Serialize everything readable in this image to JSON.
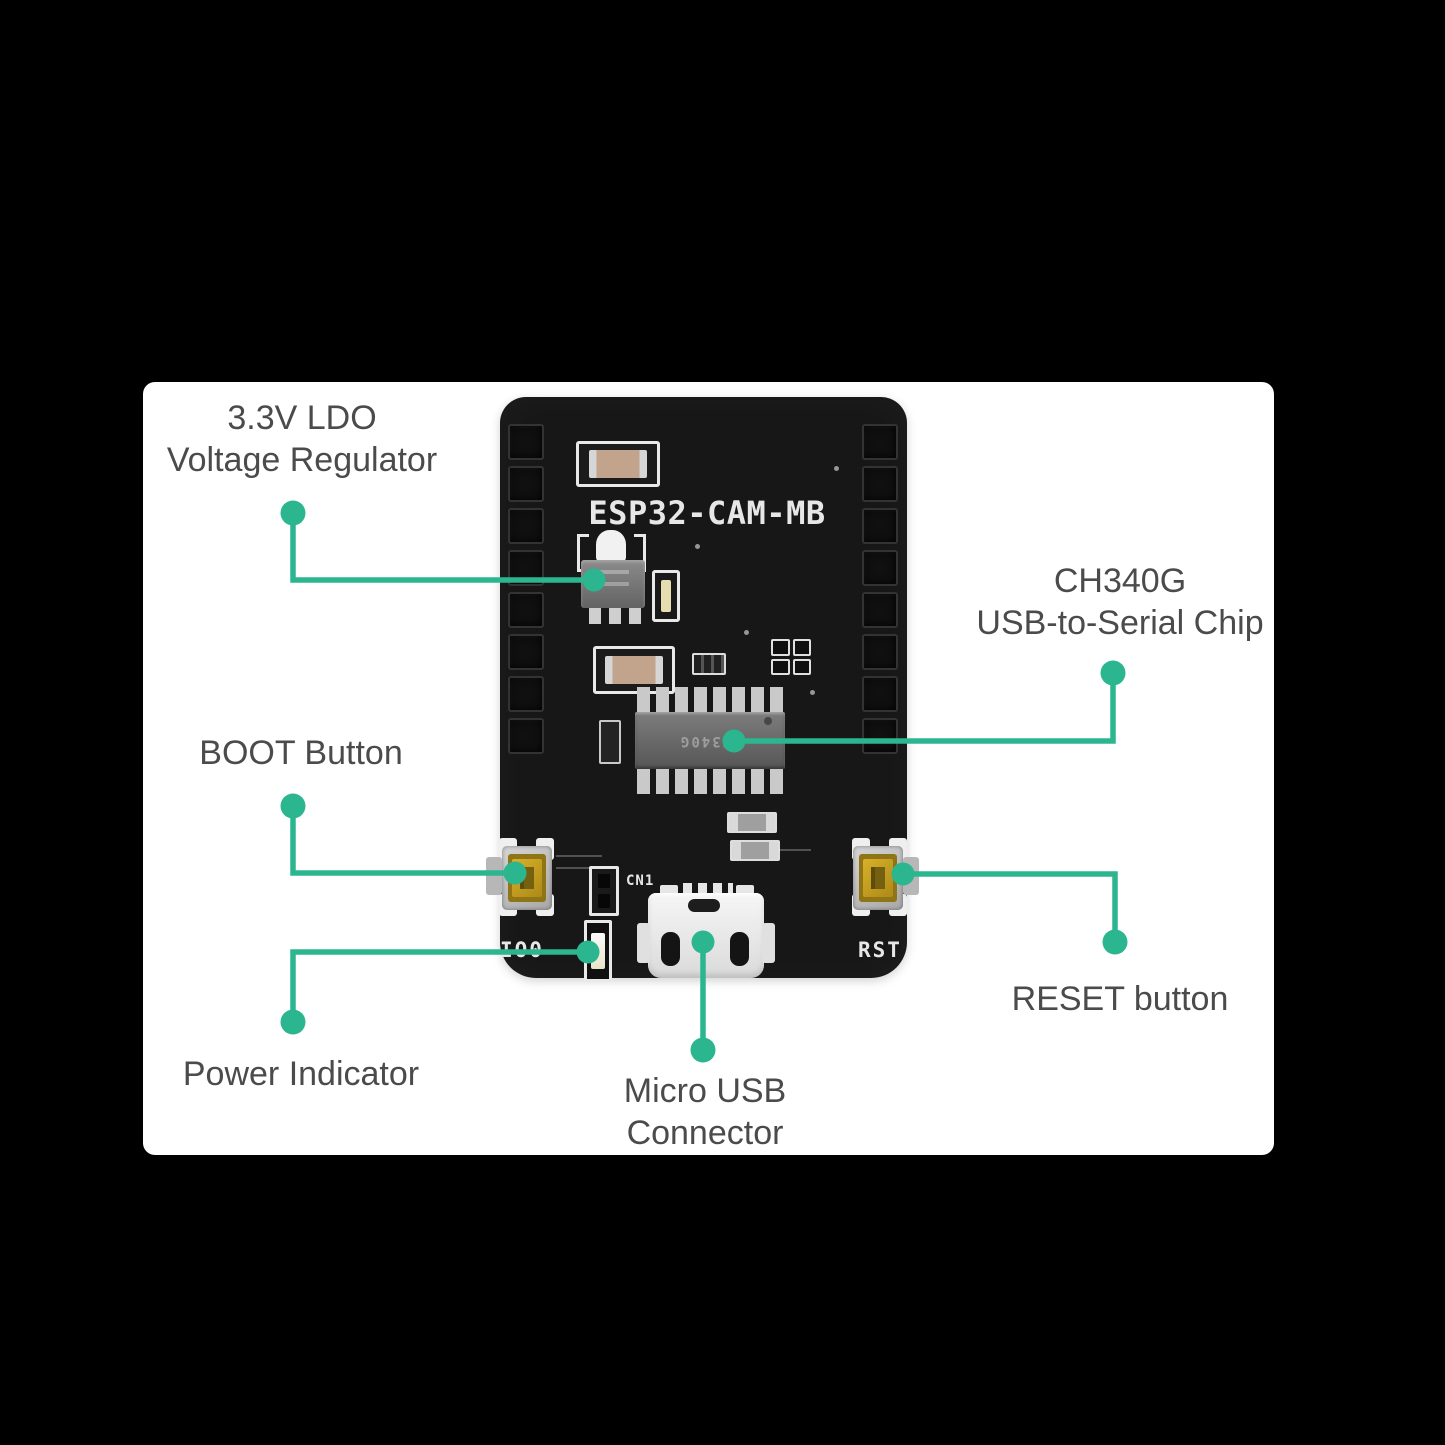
{
  "colors": {
    "accent": "#2bb690",
    "label_text": "#4b4b4b",
    "canvas_bg": "#000000",
    "card_bg": "#ffffff",
    "board_bg": "#171717",
    "silkscreen": "#e7e7e7"
  },
  "board": {
    "silkscreen_title": "ESP32-CAM-MB",
    "chip_marking": "CH340G",
    "io0_label": "IO0",
    "rst_label": "RST",
    "cn1_label": "CN1"
  },
  "annotations": {
    "ldo": {
      "line1": "3.3V LDO",
      "line2": "Voltage Regulator"
    },
    "ch340g": {
      "line1": "CH340G",
      "line2": "USB-to-Serial Chip"
    },
    "boot": {
      "line1": "BOOT Button"
    },
    "reset": {
      "line1": "RESET button"
    },
    "power": {
      "line1": "Power Indicator"
    },
    "usb": {
      "line1": "Micro USB",
      "line2": "Connector"
    }
  }
}
